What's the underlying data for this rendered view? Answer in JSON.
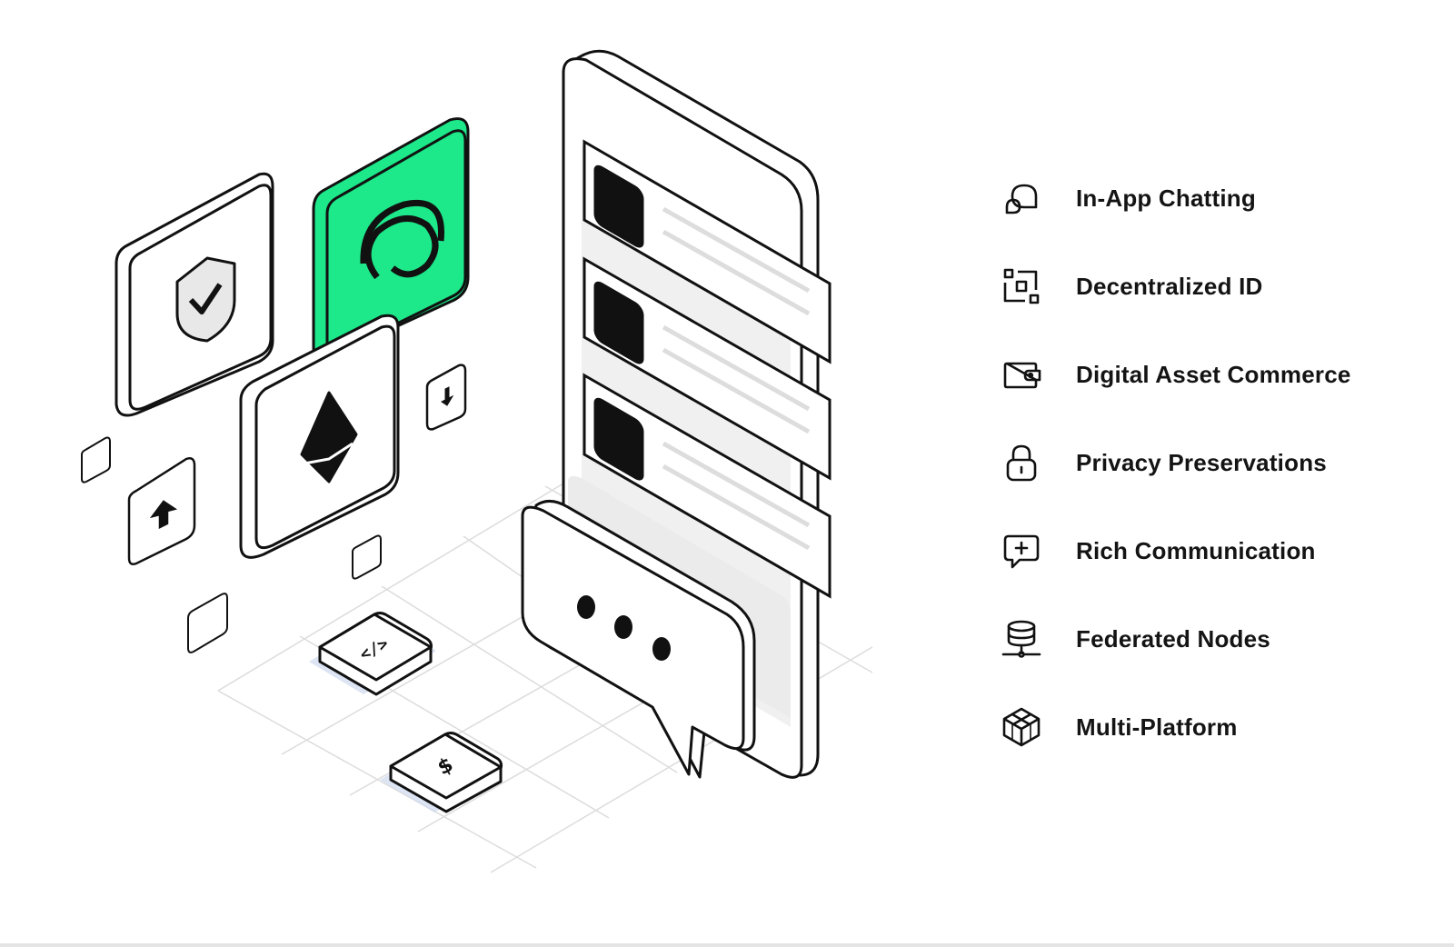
{
  "accent_color": "#1de88a",
  "features": [
    {
      "icon": "chat-bubbles-icon",
      "label": "In-App Chatting"
    },
    {
      "icon": "id-scan-icon",
      "label": "Decentralized ID"
    },
    {
      "icon": "wallet-icon",
      "label": "Digital Asset Commerce"
    },
    {
      "icon": "lock-icon",
      "label": "Privacy Preservations"
    },
    {
      "icon": "message-plus-icon",
      "label": "Rich Communication"
    },
    {
      "icon": "database-node-icon",
      "label": "Federated Nodes"
    },
    {
      "icon": "cube-icon",
      "label": "Multi-Platform"
    }
  ]
}
